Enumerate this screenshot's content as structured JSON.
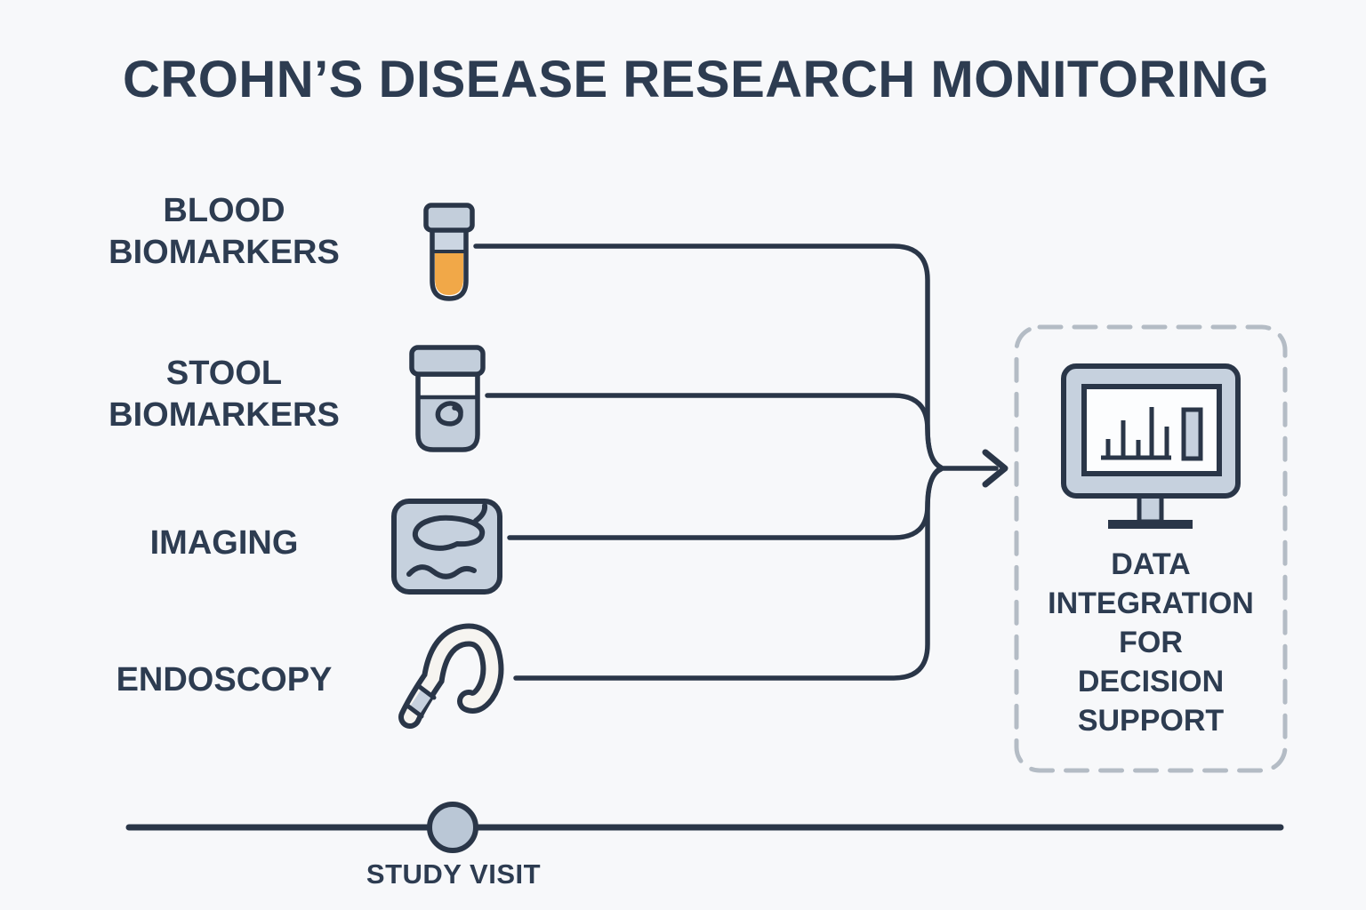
{
  "title": "CROHN’S DISEASE RESEARCH MONITORING",
  "sources": [
    {
      "id": "blood-biomarkers",
      "label": "BLOOD\nBIOMARKERS",
      "icon": "blood-test-tube-icon"
    },
    {
      "id": "stool-biomarkers",
      "label": "STOOL\nBIOMARKERS",
      "icon": "stool-sample-jar-icon"
    },
    {
      "id": "imaging",
      "label": "IMAGING",
      "icon": "imaging-scan-icon"
    },
    {
      "id": "endoscopy",
      "label": "ENDOSCOPY",
      "icon": "endoscope-icon"
    }
  ],
  "integration_box": {
    "label": "DATA\nINTEGRATION\nFOR\nDECISION\nSUPPORT",
    "icon": "monitor-bar-chart-icon",
    "border_style": "dashed"
  },
  "timeline": {
    "label": "STUDY VISIT",
    "marker": "study-visit-marker"
  },
  "colors": {
    "background": "#f7f8fa",
    "ink": "#2a3648",
    "text": "#2d3c51",
    "fill_light_blue": "#c3cedb",
    "amber": "#f1a848",
    "dashed_border": "#b4bcc5",
    "white_fill": "#fcfdfe"
  }
}
